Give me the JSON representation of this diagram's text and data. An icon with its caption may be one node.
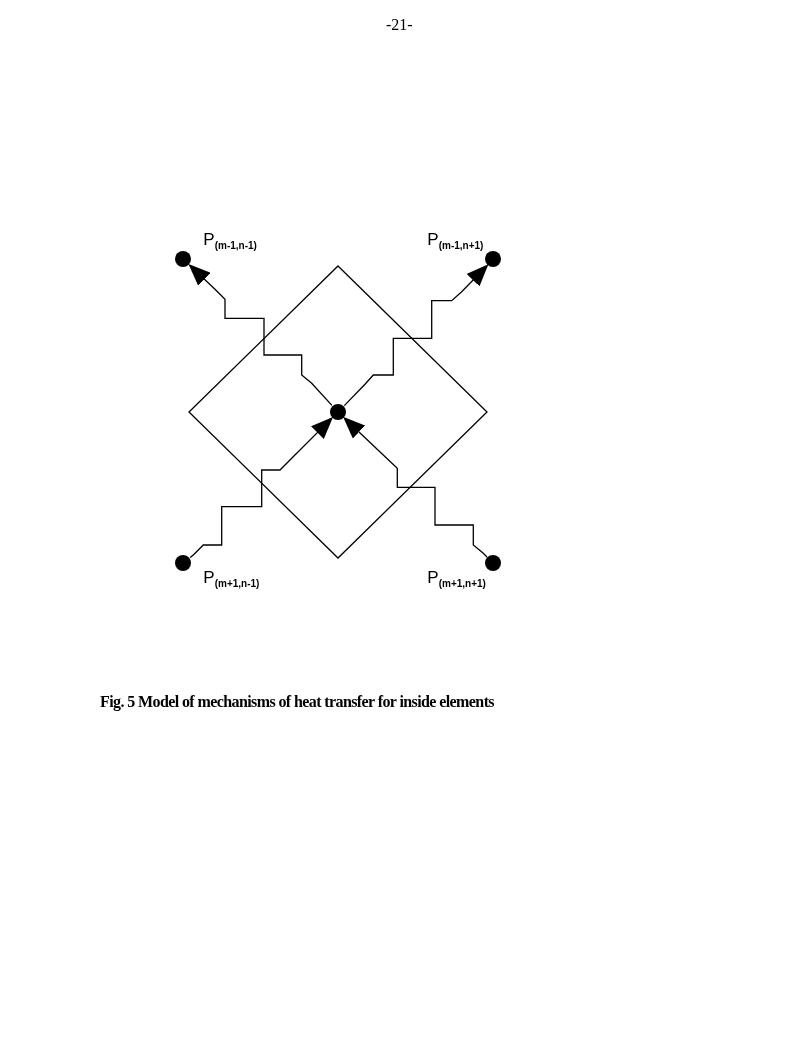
{
  "diagram": {
    "caption": "Fig. 5 Model of mechanisms of heat transfer for inside elements",
    "nodes": [
      {
        "text": [],
        "shape": "circle",
        "beside": [
          "P$_{(m-1,n-1)}$"
        ]
      },
      {
        "text": [],
        "shape": "circle",
        "beside": [
          "P$_{(m-1,n+1)}$"
        ]
      },
      {
        "text": [],
        "shape": "diamond"
      },
      {
        "text": [],
        "shape": "circle",
        "in": 2
      },
      {
        "text": [],
        "shape": "circle",
        "beside": [
          "P$_{(m+1,n-1)}$"
        ]
      },
      {
        "text": [],
        "shape": "circle",
        "beside": [
          "P$_{(m+1,n+1)}$"
        ]
      }
    ],
    "edges": [
      {
        "from": 3,
        "to": 0,
        "arrow": "to"
      },
      {
        "from": 3,
        "to": 1,
        "arrow": "to"
      },
      {
        "from": 4,
        "to": 3,
        "arrow": "to"
      },
      {
        "from": 5,
        "to": 3,
        "arrow": "to"
      }
    ],
    "labels": [
      "-21-"
    ]
  }
}
